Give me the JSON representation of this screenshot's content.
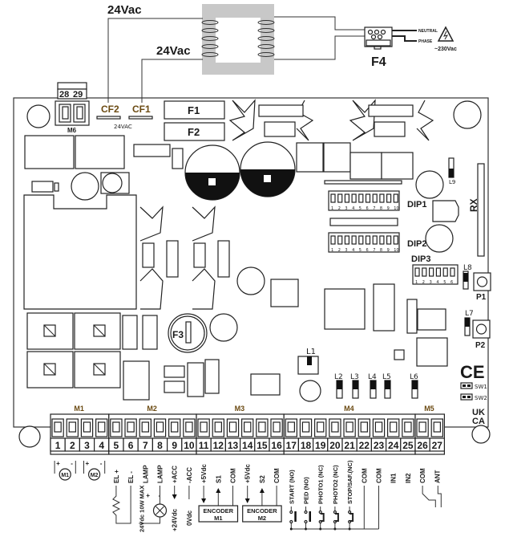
{
  "transformer": {
    "secondary_label_1": "24Vac",
    "secondary_label_2": "24Vac"
  },
  "mains_connector": {
    "label": "F4",
    "neutral_label": "NEUTRAL",
    "phase_label": "PHASE",
    "voltage_label": "~230Vac",
    "warning_icon": "high-voltage-warning-icon"
  },
  "board": {
    "transformer_inputs": [
      {
        "label": "CF2"
      },
      {
        "label": "CF1"
      }
    ],
    "transformer_input_voltage": "24VAC",
    "fuses": [
      {
        "label": "F1"
      },
      {
        "label": "F2"
      },
      {
        "label": "F3"
      }
    ],
    "aux_terminal": {
      "block_label": "M6",
      "pins": [
        "28",
        "29"
      ]
    },
    "dip_switches": [
      {
        "label": "DIP1",
        "positions": [
          "1",
          "2",
          "3",
          "4",
          "5",
          "6",
          "7",
          "8",
          "9",
          "10"
        ]
      },
      {
        "label": "DIP2",
        "positions": [
          "1",
          "2",
          "3",
          "4",
          "5",
          "6",
          "7",
          "8",
          "9",
          "10"
        ]
      },
      {
        "label": "DIP3",
        "positions": [
          "1",
          "2",
          "3",
          "4",
          "5",
          "6"
        ]
      }
    ],
    "receiver_label": "RX",
    "buttons": [
      {
        "label": "P1"
      },
      {
        "label": "P2"
      }
    ],
    "leds": [
      "L1",
      "L2",
      "L3",
      "L4",
      "L5",
      "L6",
      "L7",
      "L8",
      "L9"
    ],
    "jumpers": [
      {
        "label": "SW1"
      },
      {
        "label": "SW2"
      }
    ],
    "certification_marks": [
      "CE",
      "UK CA"
    ]
  },
  "terminal_blocks": [
    {
      "label": "M1",
      "pins": [
        "1",
        "2",
        "3",
        "4"
      ]
    },
    {
      "label": "M2",
      "pins": [
        "5",
        "6",
        "7",
        "8",
        "9",
        "10"
      ]
    },
    {
      "label": "M3",
      "pins": [
        "11",
        "12",
        "13",
        "14",
        "15",
        "16"
      ]
    },
    {
      "label": "M4",
      "pins": [
        "17",
        "18",
        "19",
        "20",
        "21",
        "22",
        "23",
        "24",
        "25"
      ]
    },
    {
      "label": "M5",
      "pins": [
        "26",
        "27"
      ]
    }
  ],
  "wiring": {
    "motors": [
      {
        "label": "M1",
        "plus": "+",
        "minus": "-"
      },
      {
        "label": "M2",
        "plus": "+",
        "minus": "-"
      }
    ],
    "pin_labels": {
      "5": "EL +",
      "6": "EL -",
      "7": "LAMP",
      "8": "LAMP",
      "9": "+ACC",
      "10": "-ACC",
      "11": "+5Vdc",
      "12": "S1",
      "13": "COM",
      "14": "+5Vdc",
      "15": "S2",
      "16": "COM",
      "17": "START (NO)",
      "18": "PED (NO)",
      "19": "PHOTO1 (NC)",
      "20": "PHOTO2 (NC)",
      "21": "STOP/SAF.(NC)",
      "22": "COM",
      "23": "COM",
      "24": "IN1",
      "25": "IN2",
      "26": "COM",
      "27": "ANT"
    },
    "lamp_rating": "24Vdc 10W MAX",
    "lamp_plus": "+",
    "lamp_minus": "-",
    "acc_plus_voltage": "+24Vdc",
    "acc_minus_voltage": "0Vdc",
    "encoders": [
      {
        "line1": "ENCODER",
        "line2": "M1"
      },
      {
        "line1": "ENCODER",
        "line2": "M2"
      }
    ]
  }
}
